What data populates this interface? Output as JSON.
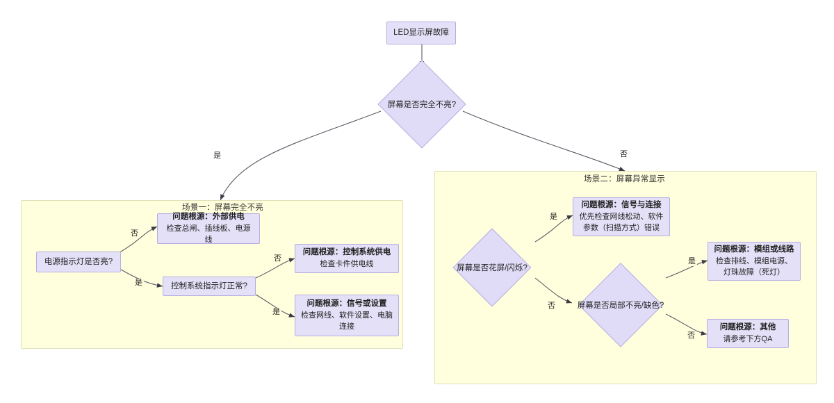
{
  "diagram": {
    "title_node": {
      "label": "LED显示屏故障"
    },
    "root_decision": {
      "label": "屏幕是否完全不亮?"
    },
    "root_edges": {
      "yes": "是",
      "no": "否"
    }
  },
  "scenario_one": {
    "title": "场景一：屏幕完全不亮",
    "decision_power_light": {
      "label": "电源指示灯是否亮?"
    },
    "decision_control_light": {
      "label": "控制系统指示灯正常?"
    },
    "edges": {
      "no_to_external": "否",
      "yes_to_control": "是",
      "no_to_control_power": "否",
      "yes_to_signal": "是"
    },
    "outcome_external_power": {
      "title": "问题根源：外部供电",
      "sub": "检查总闸、插线板、电源线"
    },
    "outcome_control_power": {
      "title": "问题根源：控制系统供电",
      "sub": "检查卡件供电线"
    },
    "outcome_signal_setting": {
      "title": "问题根源：信号或设置",
      "sub": "检查网线、软件设置、电脑连接"
    }
  },
  "scenario_two": {
    "title": "场景二：屏幕异常显示",
    "decision_flicker": {
      "label": "屏幕是否花屏/闪烁?"
    },
    "decision_partial": {
      "label": "屏幕是否局部不亮/缺色?"
    },
    "edges": {
      "yes_to_signal": "是",
      "no_to_partial": "否",
      "yes_to_module": "是",
      "no_to_other": "否"
    },
    "outcome_signal_connection": {
      "title": "问题根源：信号与连接",
      "sub": "优先检查网线松动、软件参数（扫描方式）错误"
    },
    "outcome_module_circuit": {
      "title": "问题根源：模组或线路",
      "sub": "检查排线、模组电源、灯珠故障（死灯）"
    },
    "outcome_other": {
      "title": "问题根源：其他",
      "sub": "请参考下方QA"
    }
  },
  "colors": {
    "node_fill": "#e4e0f7",
    "node_border": "#b5aee0",
    "group_fill": "#ffffdd",
    "group_border": "#e0e0b8",
    "edge_stroke": "#5a5a66",
    "text": "#1f1f1f"
  }
}
